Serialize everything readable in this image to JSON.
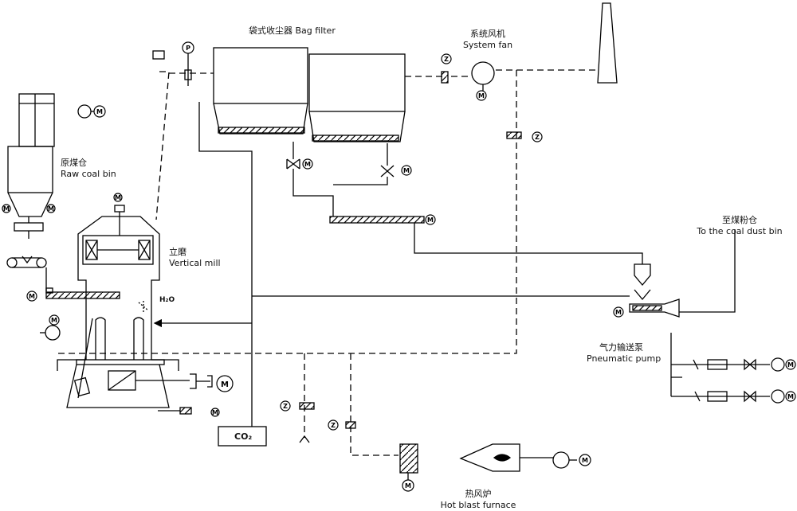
{
  "labels": {
    "bag_filter": "袋式收尘器 Bag filter",
    "system_fan_cn": "系统风机",
    "system_fan_en": "System fan",
    "raw_coal_bin_cn": "原煤仓",
    "raw_coal_bin_en": "Raw coal bin",
    "vertical_mill_cn": "立磨",
    "vertical_mill_en": "Vertical mill",
    "coal_dust_bin_cn": "至煤粉仓",
    "coal_dust_bin_en": "To the coal dust bin",
    "pneumatic_pump_cn": "气力输送泵",
    "pneumatic_pump_en": "Pneumatic pump",
    "hot_blast_furnace_cn": "热风炉",
    "hot_blast_furnace_en": "Hot blast furnace",
    "co2": "CO₂",
    "h2o": "H₂O"
  },
  "symbols": {
    "motor": "M",
    "pressure": "P",
    "damper": "Z"
  }
}
